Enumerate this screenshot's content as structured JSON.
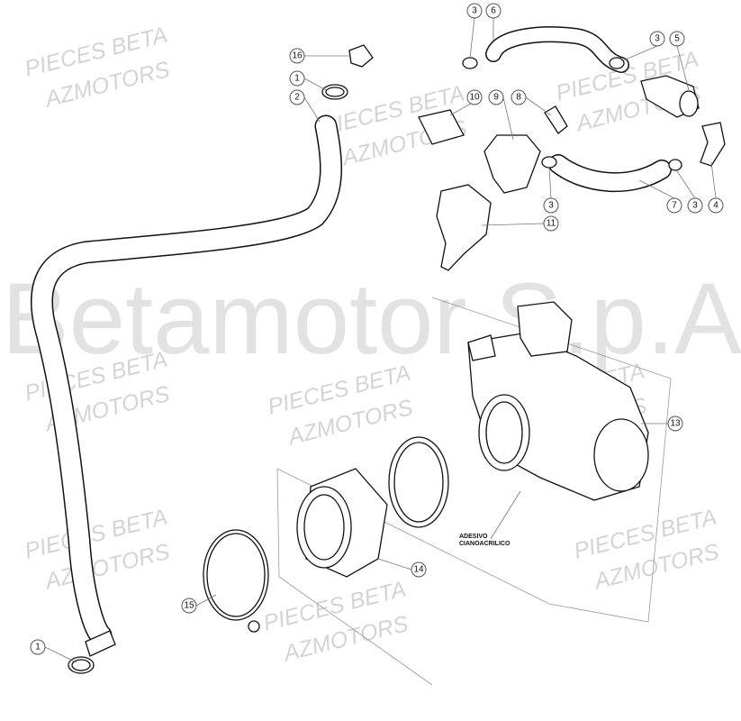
{
  "watermarks": {
    "big": "Betamotor S.p.A.",
    "line1": "PIECES BETA",
    "line2": "AZMOTORS"
  },
  "annotation": {
    "line1": "ADESIVO",
    "line2": "CIANOACRILICO"
  },
  "callouts": [
    "16",
    "1",
    "2",
    "3",
    "6",
    "3",
    "5",
    "10",
    "9",
    "8",
    "3",
    "7",
    "3",
    "4",
    "11",
    "13",
    "14",
    "15",
    "1"
  ]
}
